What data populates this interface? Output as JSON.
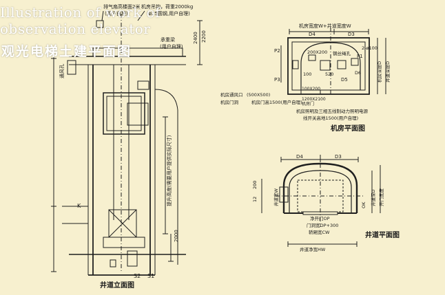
{
  "overlay": {
    "line1": "Illustration of work of",
    "line2": "observation elevator",
    "line3": "观光电梯土建平面图"
  },
  "elevation": {
    "title": "井道立面图",
    "vent_note": "排气扇高楼面2米",
    "hook_note": "机房吊钩，荷重2000kg",
    "hook_note2": "(ø25圆钢,用户自理)",
    "user_note": "(用户自理)",
    "vent_left": "通风孔",
    "room_height": "2200",
    "beam_note": "承重梁",
    "beam_note2": "(用户自理)",
    "dim_2400": "2400",
    "vertical_note": "提升高度(需要用户提供实际尺寸)",
    "label_k": "K",
    "label_s2": "S2",
    "label_s1": "S1",
    "dim_2000": "2000"
  },
  "machine_room": {
    "title": "机房平面图",
    "top_label": "机房宽度W+井道宽度W",
    "d4": "D4",
    "d3": "D3",
    "p2": "P2",
    "p1": "P1",
    "p3": "P3",
    "d5": "D5",
    "hole1": "200X200",
    "hole2": "2-ø100",
    "rope_label": "钢丝绳孔",
    "dim_520": "520",
    "dim_d6": "D6",
    "dim_100": "100",
    "vent_label": "机房通风口",
    "vent_size": "(500X500)",
    "hole_list1": "100X200",
    "hole_list2": "1200X2100",
    "door_label": "机房门洞",
    "door_label2": "机房门",
    "power_note": "机房照明及三相五线制动力照明电源",
    "power_note2": "线开关高地1500(用户自理)",
    "door_note": "机房门高1500(用户自理)",
    "right_v1": "机房深度D",
    "right_v2": "井道深度D"
  },
  "shaft_plan": {
    "title": "井道平面图",
    "d4": "D4",
    "d3": "D3",
    "left_v": "井道宽W",
    "right_v1": "井道深D",
    "right_v2": "开门宽度",
    "door_width": "净开门OP",
    "door_hole": "门洞宽OP+300",
    "shaft_width": "轿厢宽CW",
    "bottom_label": "井道净宽HW",
    "dim_200": "200",
    "dim_12": "12",
    "label_ok": "OK"
  }
}
